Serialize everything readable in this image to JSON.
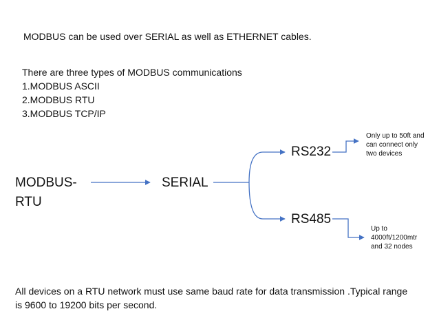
{
  "intro": "MODBUS  can be used over SERIAL as well as ETHERNET cables.",
  "types": {
    "heading": "There are three types of MODBUS communications",
    "items": [
      "1.MODBUS ASCII",
      "2.MODBUS RTU",
      "3.MODBUS TCP/IP"
    ]
  },
  "diagram": {
    "source_lines": [
      "MODBUS-",
      "RTU"
    ],
    "serial": "SERIAL",
    "rs232": "RS232",
    "rs485": "RS485",
    "rs232_note": [
      "Only up to 50ft and",
      "can connect only",
      "two devices"
    ],
    "rs485_note": [
      "Up to",
      "4000ft/1200mtr",
      "and 32 nodes"
    ],
    "arrow_color": "#4472c4"
  },
  "footer": [
    "All devices on a RTU network must use same baud rate for data transmission .Typical range",
    "is 9600 to 19200 bits per second."
  ]
}
